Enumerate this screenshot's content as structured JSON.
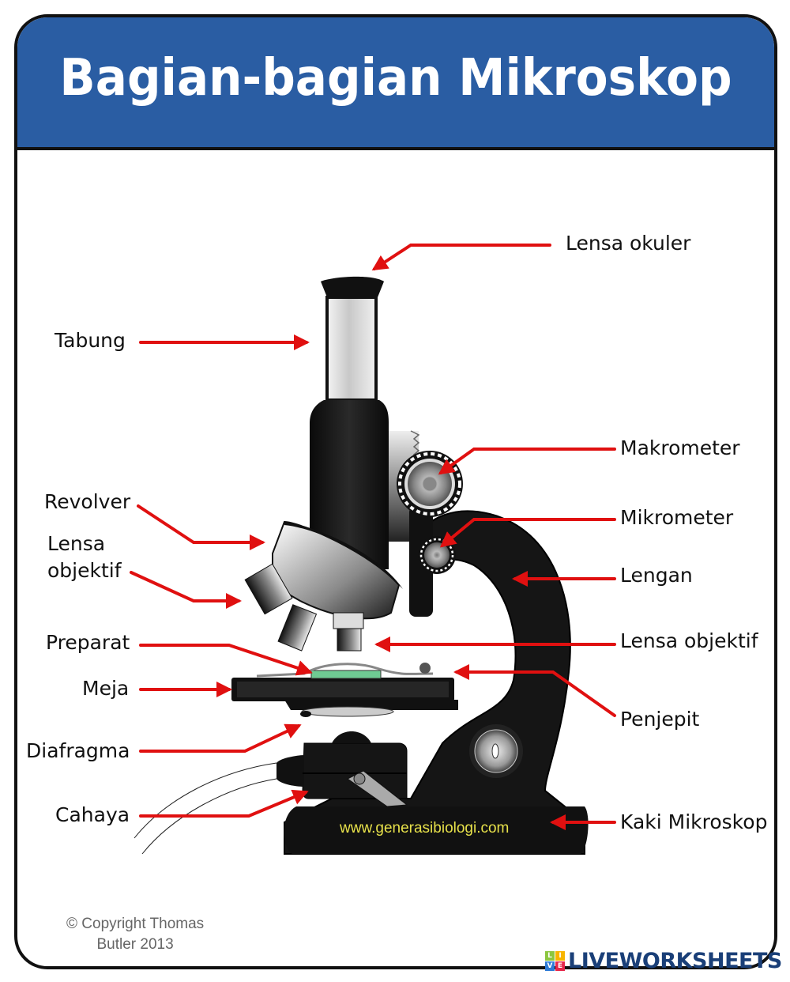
{
  "header": {
    "title": "Bagian-bagian Mikroskop"
  },
  "colors": {
    "header_bg": "#2a5da3",
    "arrow": "#e01010",
    "body": "#111111",
    "site_text": "#e7e14a",
    "brand": "#1a3f78"
  },
  "labels": {
    "lensa_okuler": "Lensa okuler",
    "tabung": "Tabung",
    "makrometer": "Makrometer",
    "revolver": "Revolver",
    "mikrometer": "Mikrometer",
    "lensa_objektif_left_line1": "Lensa",
    "lensa_objektif_left_line2": "objektif",
    "lengan": "Lengan",
    "preparat": "Preparat",
    "lensa_objektif_right": "Lensa objektif",
    "meja": "Meja",
    "penjepit": "Penjepit",
    "diafragma": "Diafragma",
    "cahaya": "Cahaya",
    "kaki_mikroskop": "Kaki Mikroskop"
  },
  "watermark": {
    "site": "www.generasibiologi.com"
  },
  "footer": {
    "copyright_line1": "© Copyright Thomas",
    "copyright_line2": "Butler 2013",
    "brand": "LIVEWORKSHEETS",
    "brand_logo_letters": [
      "L",
      "I",
      "V",
      "E"
    ]
  }
}
